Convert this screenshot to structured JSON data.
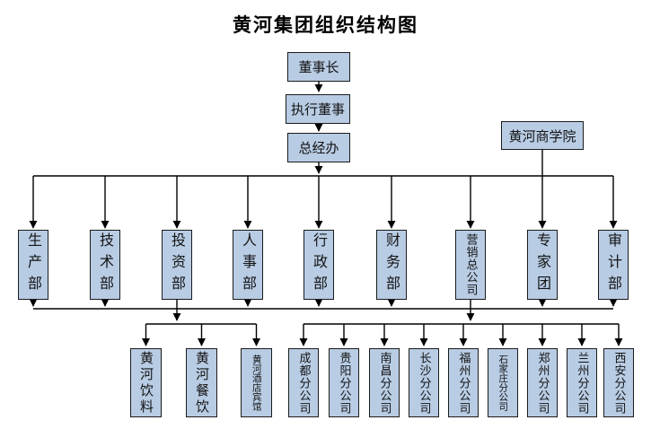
{
  "title": "黄河集团组织结构图",
  "hierarchy": {
    "chairman": "董事长",
    "executive_director": "执行董事",
    "general_office": "总经办",
    "business_school": "黄河商学院"
  },
  "departments": [
    "生产部",
    "技术部",
    "投资部",
    "人事部",
    "行政部",
    "财务部",
    "营销总公司",
    "专家团",
    "审计部"
  ],
  "subsidiaries": [
    "黄河饮料",
    "黄河餐饮",
    "黄河酒店宾馆"
  ],
  "branches": [
    "成都分公司",
    "贵阳分公司",
    "南昌分公司",
    "长沙分公司",
    "福州分公司",
    "石家庄分公司",
    "郑州分公司",
    "兰州分公司",
    "西安分公司"
  ],
  "colors": {
    "box_fill": "#b8cce4",
    "box_border": "#1b1b1b",
    "connector": "#000000"
  }
}
